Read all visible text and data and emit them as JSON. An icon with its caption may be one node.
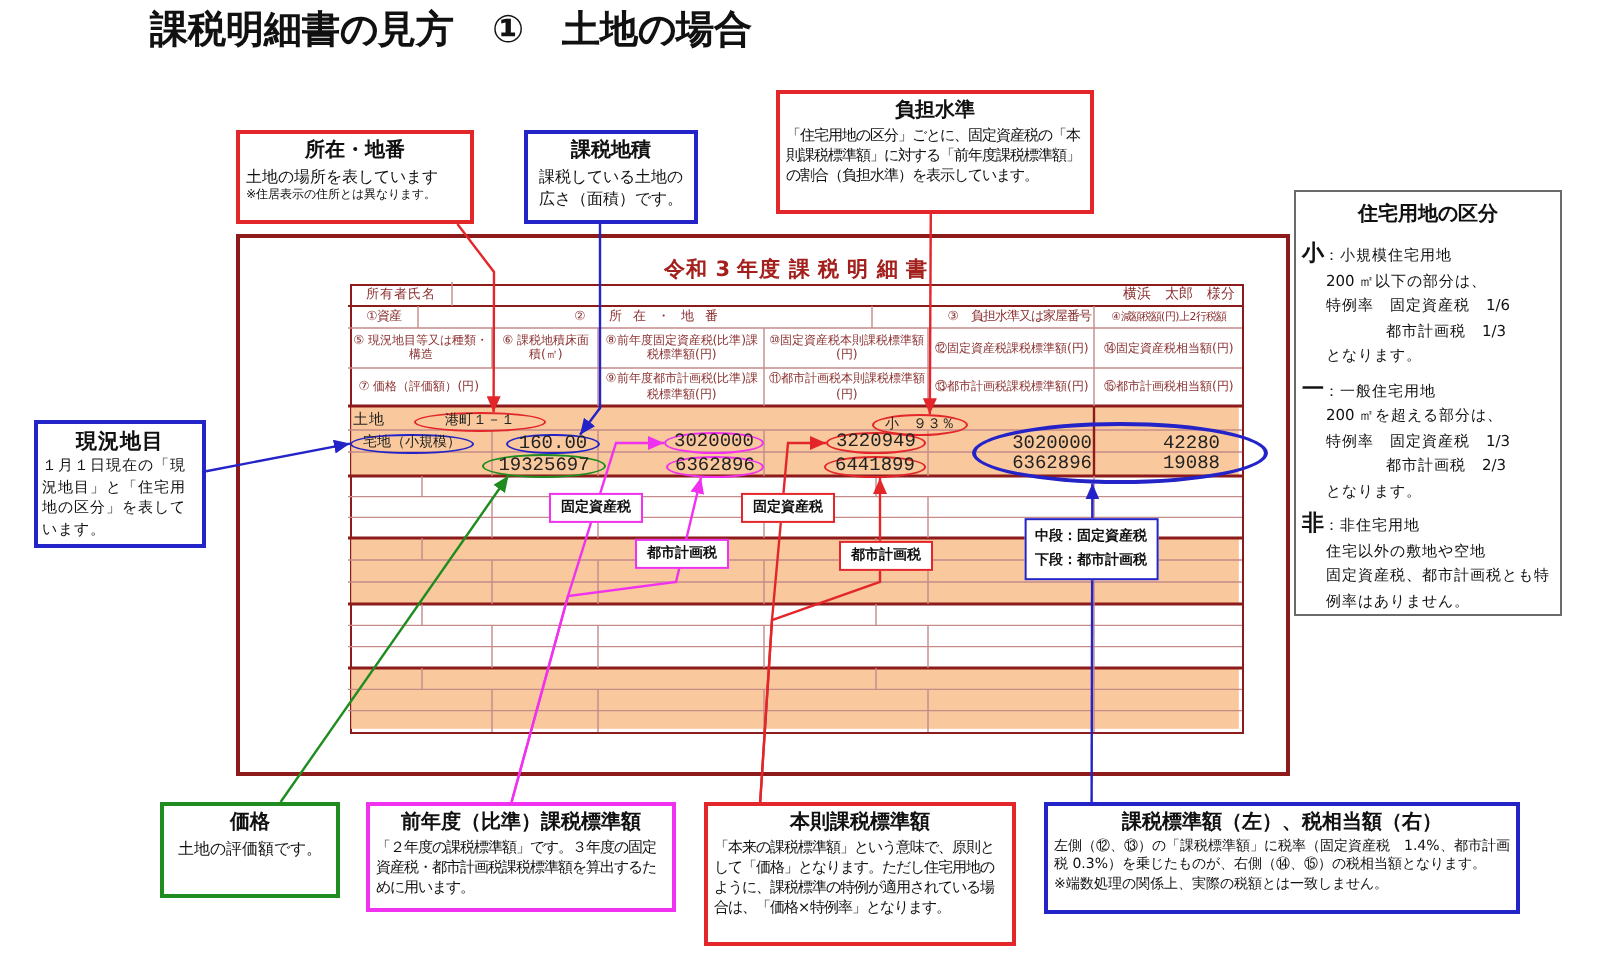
{
  "diagram": {
    "title": "課税明細書の見方　①　土地の場合",
    "nodes": [
      {
        "text": [
          "所在・地番",
          "土地の場所を表しています",
          "※住居表示の住所とは異なります。"
        ]
      },
      {
        "text": [
          "課税地積",
          "課税している土地の広さ（面積）です。"
        ]
      },
      {
        "text": [
          "負担水準",
          "「住宅用地の区分」ごとに、固定資産税の「本則課税標準額」に対する「前年度課税標準額」の割合（負担水準）を表示しています。"
        ]
      },
      {
        "text": [
          "住宅用地の区分",
          "**小**：小規模住宅用地",
          "200 ㎡以下の部分は、",
          "特例率　固定資産税　1/6",
          "都市計画税　1/3",
          "となります。",
          "**一**：一般住宅用地",
          "200 ㎡を超える部分は、",
          "特例率　固定資産税　1/3",
          "都市計画税　2/3",
          "となります。",
          "**非**：非住宅用地",
          "住宅以外の敷地や空地",
          "固定資産税、都市計画税とも特例率はありません。"
        ]
      },
      {
        "text": [
          "令和 3 年度 課 税 明 細 書"
        ]
      },
      {
        "text": [
          "港町１－１"
        ],
        "in": 4
      },
      {
        "text": [
          "小　９３％"
        ],
        "in": 4
      },
      {
        "text": [
          "宅地（小規模）"
        ],
        "in": 4
      },
      {
        "text": [
          "160.00"
        ],
        "in": 4
      },
      {
        "text": [
          "3020000"
        ],
        "in": 4
      },
      {
        "text": [
          "3220949"
        ],
        "in": 4
      },
      {
        "text": [
          "3020000",
          "42280",
          "6362896",
          "19088"
        ],
        "in": 4
      },
      {
        "text": [
          "19325697"
        ],
        "in": 4
      },
      {
        "text": [
          "6362896"
        ],
        "in": 4
      },
      {
        "text": [
          "6441899"
        ],
        "in": 4
      },
      {
        "text": [
          "現況地目",
          "１月１日現在の「現況地目」と「住宅用地の区分」を表しています。"
        ]
      },
      {
        "text": [
          "価格",
          "土地の評価額です。"
        ]
      },
      {
        "text": [
          "前年度（比準）課税標準額",
          "「２年度の課税標準額」です。３年度の固定資産税・都市計画税課税標準額を算出するために用います。"
        ]
      },
      {
        "text": [
          "本則課税標準額",
          "「本来の課税標準額」という意味で、原則として「価格」となります。ただし住宅用地のように、課税標準の特例が適用されている場合は、「価格×特例率」となります。"
        ]
      },
      {
        "text": [
          "課税標準額（左）、税相当額（右）",
          "左側（⑫、⑬）の「課税標準額」に税率（固定資産税　1.4%、都市計画税 0.3%）を乗じたものが、右側（⑭、⑮）の税相当額となります。",
          "※端数処理の関係上、実際の税額とは一致しません。"
        ]
      }
    ],
    "edges": [
      {
        "from": 0,
        "to": 5,
        "arrow": "to"
      },
      {
        "from": 1,
        "to": 8,
        "arrow": "to",
        "color": "#2323c8"
      },
      {
        "from": 2,
        "to": 6,
        "arrow": "to"
      },
      {
        "from": 15,
        "to": 7,
        "arrow": "to",
        "color": "#2323c8"
      },
      {
        "from": 16,
        "to": 12,
        "arrow": "to",
        "color": "#1e8c1e"
      },
      {
        "from": 17,
        "to": 9,
        "arrow": "to",
        "label": "固定資産税",
        "color": "#f032f0"
      },
      {
        "from": 17,
        "to": 13,
        "arrow": "to",
        "label": "都市計画税",
        "color": "#f032f0"
      },
      {
        "from": 18,
        "to": 10,
        "arrow": "to",
        "label": "固定資産税"
      },
      {
        "from": 18,
        "to": 14,
        "arrow": "to",
        "label": "都市計画税"
      },
      {
        "from": 19,
        "to": 11,
        "arrow": "to",
        "label": "中段：固定資産税下段：都市計画税",
        "color": "#2323c8"
      }
    ],
    "labels": [
      "所有者氏名",
      "横浜　太郎　様分",
      "①資産",
      "②　　所　在　・　地　番",
      "③　負担水準又は家屋番号",
      "④減額税額(円)上2行税額",
      "⑤ 現況地目等又は種類・構造",
      "⑥ 課税地積床面積(㎡)",
      "⑧前年度固定資産税(比準)課税標準額(円)",
      "⑩固定資産税本則課税標準額(円)",
      "⑫固定資産税課税標準額(円)",
      "⑭固定資産税相当額(円)",
      "⑦ 価格（評価額）(円)",
      "⑨前年度都市計画税(比準)課税標準額(円)",
      "⑪都市計画税本則課税標準額(円)",
      "⑬都市計画税課税標準額(円)",
      "⑮都市計画税相当額(円)",
      "土地"
    ]
  }
}
